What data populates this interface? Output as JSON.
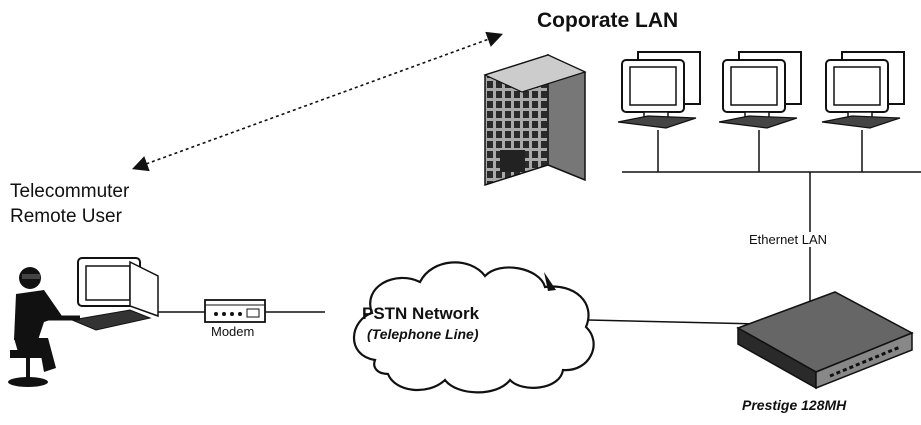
{
  "labels": {
    "corporate_lan": "Coporate LAN",
    "telecommuter_line1": "Telecommuter",
    "telecommuter_line2": "Remote User",
    "ethernet_lan": "Ethernet LAN",
    "modem": "Modem",
    "pstn_title": "PSTN Network",
    "pstn_subtitle": "(Telephone Line)",
    "router_name": "Prestige 128MH"
  },
  "icons": [
    "office-building-icon",
    "desktop-computer-icon",
    "remote-user-icon",
    "modem-icon",
    "cloud-icon",
    "router-icon"
  ],
  "colors": {
    "line": "#111111",
    "fill": "#ffffff",
    "shade": "#555555"
  }
}
